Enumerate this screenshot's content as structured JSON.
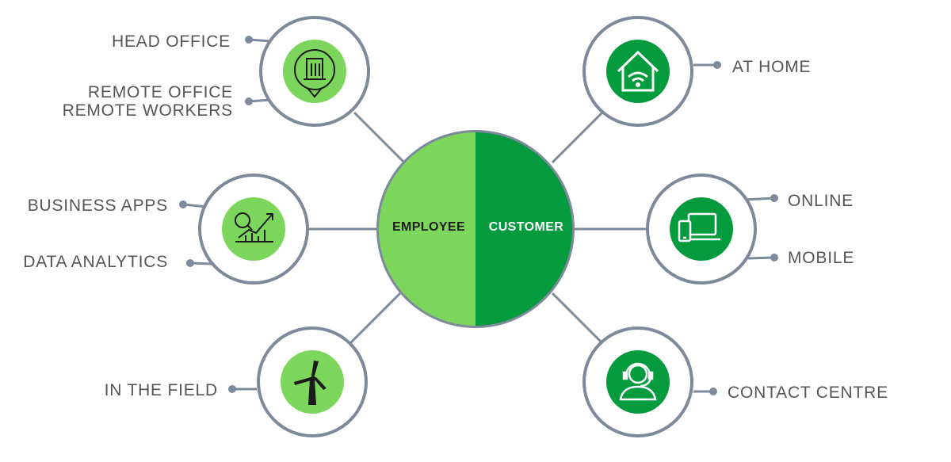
{
  "colors": {
    "ring": "#7d8a9b",
    "connector": "#7d8a9b",
    "employee_green": "#7dd65c",
    "customer_green": "#049a3e",
    "label_text": "#555555"
  },
  "center": {
    "left_label": "EMPLOYEE",
    "right_label": "CUSTOMER"
  },
  "employee_nodes": [
    {
      "icon": "office-building-pin-icon",
      "labels": [
        "HEAD OFFICE",
        "REMOTE OFFICE",
        "REMOTE WORKERS"
      ]
    },
    {
      "icon": "analytics-chart-icon",
      "labels": [
        "BUSINESS APPS",
        "DATA ANALYTICS"
      ]
    },
    {
      "icon": "wind-turbine-icon",
      "labels": [
        "IN THE FIELD"
      ]
    }
  ],
  "customer_nodes": [
    {
      "icon": "home-wifi-icon",
      "labels": [
        "AT HOME"
      ]
    },
    {
      "icon": "devices-icon",
      "labels": [
        "ONLINE",
        "MOBILE"
      ]
    },
    {
      "icon": "headset-agent-icon",
      "labels": [
        "CONTACT CENTRE"
      ]
    }
  ]
}
